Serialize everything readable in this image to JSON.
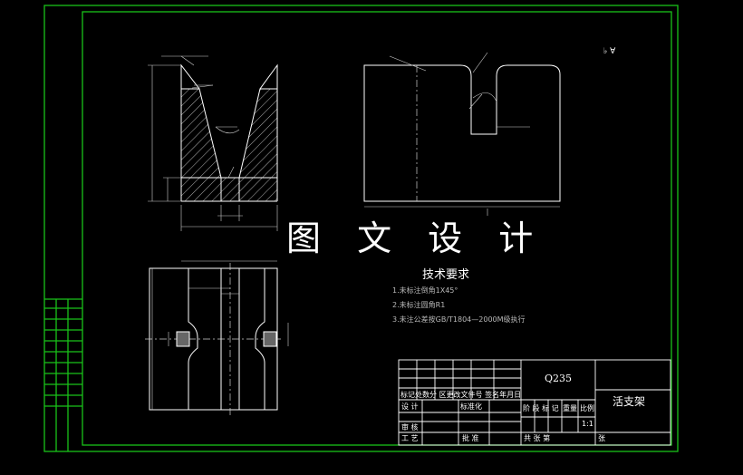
{
  "watermark": "图 文 设 计",
  "corner_mark": "♭ ∀",
  "technical_requirements": {
    "title": "技术要求",
    "notes": [
      "1.未标注倒角1X45°",
      "2.未标注圆角R1",
      "3.未注公差按GB/T1804—2000M级执行"
    ]
  },
  "title_block": {
    "material": "Q235",
    "part_name": "活支架",
    "row_header": "标记处数分 区更改文件号 签名年月日",
    "design": "设 计",
    "standardization": "标准化",
    "stage_mark": "阶 段 标 记",
    "weight": "重量",
    "scale": "比例",
    "scale_value": "1:1",
    "review": "审 核",
    "process": "工 艺",
    "approve": "批 准",
    "sheet": "共   张   第",
    "sheet_end": "张"
  },
  "colors": {
    "border": "#19c219",
    "lines": "#ffffff",
    "background": "#000000"
  }
}
